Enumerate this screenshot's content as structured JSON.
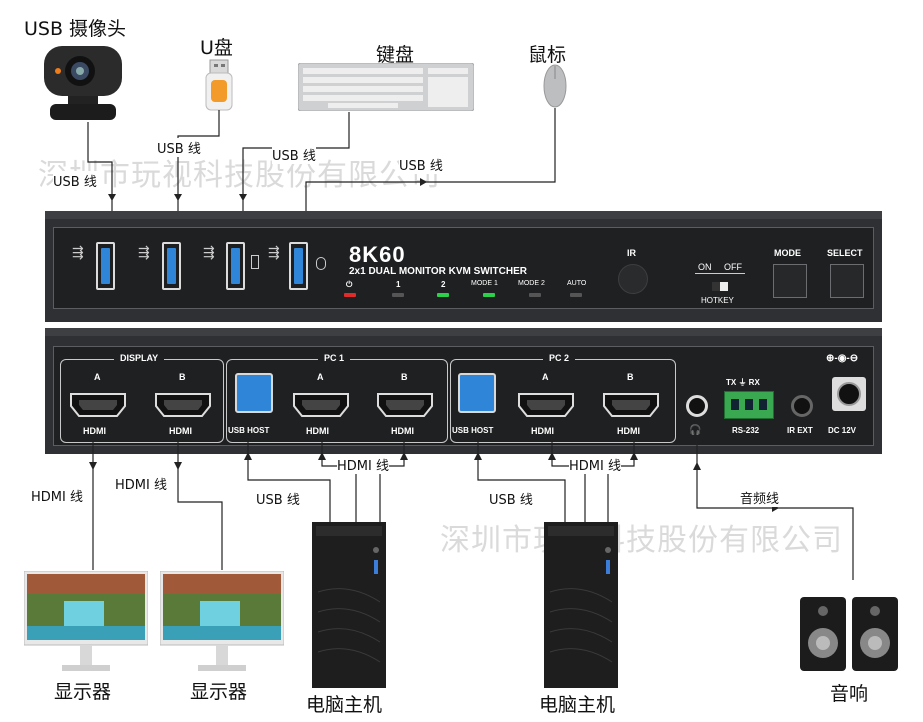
{
  "labels": {
    "webcam": "USB 摄像头",
    "udisk": "U盘",
    "keyboard": "键盘",
    "mouse": "鼠标",
    "monitor1": "显示器",
    "monitor2": "显示器",
    "pc1": "电脑主机",
    "pc2": "电脑主机",
    "speakers": "音响"
  },
  "wires": {
    "usb1": "USB 线",
    "usb2": "USB 线",
    "usb3": "USB 线",
    "usb4": "USB 线",
    "hdmi_display_a": "HDMI 线",
    "hdmi_display_b": "HDMI 线",
    "hdmi_pc1": "HDMI 线",
    "usb_pc1": "USB 线",
    "hdmi_pc2": "HDMI 线",
    "usb_pc2": "USB 线",
    "audio": "音频线"
  },
  "watermark": "深圳市玩视科技股份有限公司",
  "front_panel": {
    "brand": "8K60",
    "model": "2x1 DUAL MONITOR KVM SWITCHER",
    "ir": "IR",
    "leds": [
      {
        "label": "⏻",
        "color": "#e02b2b"
      },
      {
        "label": "1",
        "color": "#555555"
      },
      {
        "label": "2",
        "color": "#2bd14a"
      },
      {
        "label": "MODE 1",
        "color": "#2bd14a"
      },
      {
        "label": "MODE 2",
        "color": "#555555"
      },
      {
        "label": "AUTO",
        "color": "#555555"
      }
    ],
    "hotkey_on": "ON",
    "hotkey_off": "OFF",
    "hotkey": "HOTKEY",
    "mode": "MODE",
    "select": "SELECT"
  },
  "rear_panel": {
    "display_title": "DISPLAY",
    "pc1_title": "PC 1",
    "pc2_title": "PC 2",
    "port_a": "A",
    "port_b": "B",
    "hdmi": "HDMI",
    "usb_host": "USB HOST",
    "rs232_top": "TX ⏚ RX",
    "rs232": "RS-232",
    "ir_ext": "IR EXT",
    "dc": "DC 12V",
    "dc_polarity": "⊕-◉-⊖",
    "headphone": "🎧"
  }
}
